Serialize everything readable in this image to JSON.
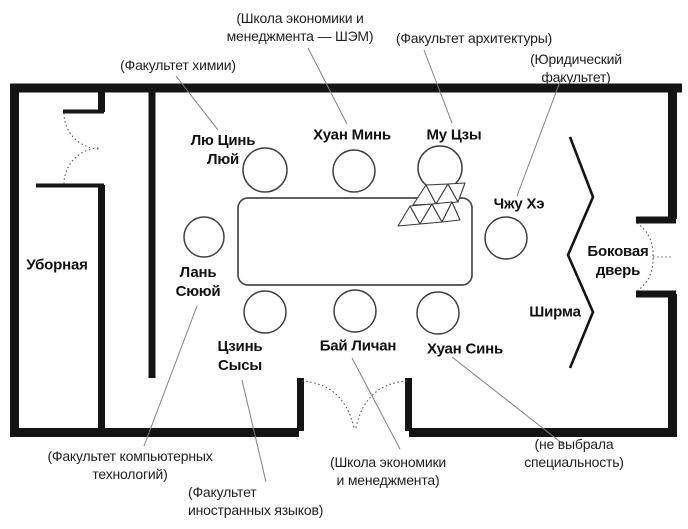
{
  "room": {
    "restroom_label": "Уборная",
    "side_door_label": "Боковая\nдверь",
    "screen_label": "Ширма"
  },
  "seats": [
    {
      "name": "Лю Цинь\nЛюй",
      "faculty": "(Факультет химии)"
    },
    {
      "name": "Хуан Минь",
      "faculty": "(Школа экономики и\nменеджмента — ШЭМ)"
    },
    {
      "name": "Му Цзы",
      "faculty": "(Факультет архитектуры)"
    },
    {
      "name": "Чжу Хэ",
      "faculty": "(Юридический факультет)"
    },
    {
      "name": "Лань\nСююй",
      "faculty": "(Факультет компьютерных\nтехнологий)"
    },
    {
      "name": "Цзинь\nСысы",
      "faculty": "(Факультет\nиностранных языков)"
    },
    {
      "name": "Бай Личан",
      "faculty": "(Школа экономики\nи менеджмента)"
    },
    {
      "name": "Хуан Синь",
      "faculty": "(не выбрала специальность)"
    }
  ],
  "colors": {
    "wall": "#141414",
    "furniture_line": "#454545",
    "leader_line": "#808080",
    "background": "#ffffff"
  }
}
